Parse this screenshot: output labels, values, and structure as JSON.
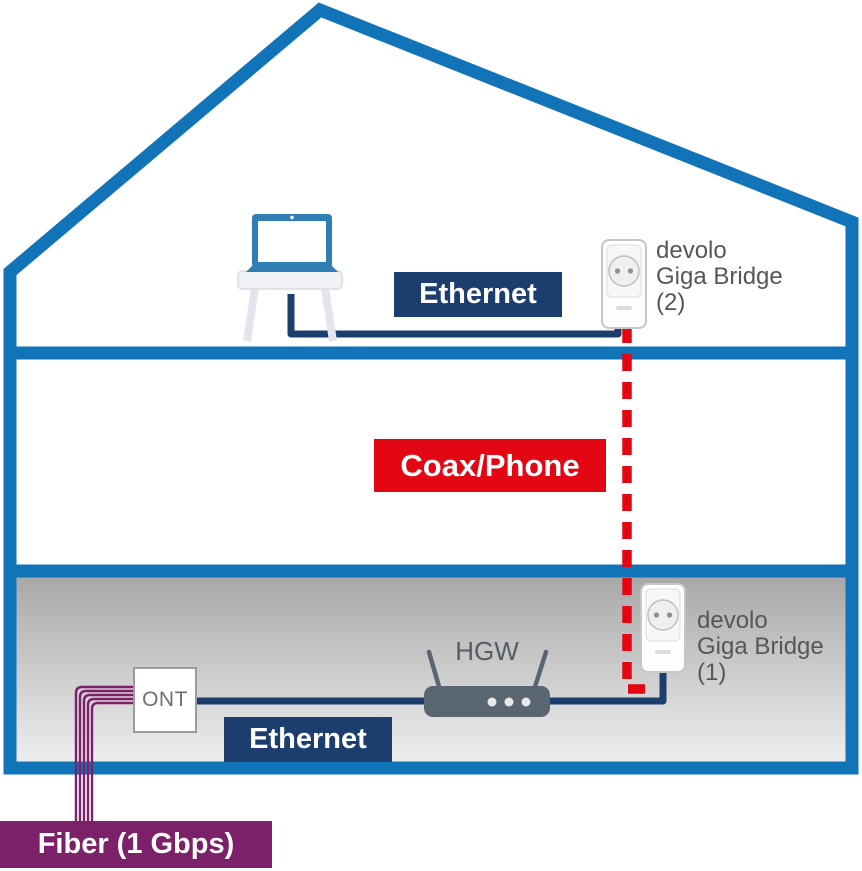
{
  "diagram": {
    "labels": {
      "ethernet_upper": "Ethernet",
      "ethernet_lower": "Ethernet",
      "coax_phone": "Coax/Phone",
      "fiber": "Fiber (1 Gbps)",
      "ont": "ONT",
      "hgw": "HGW"
    },
    "devices": {
      "bridge2": {
        "lines": [
          "devolo",
          "Giga Bridge",
          "(2)"
        ]
      },
      "bridge1": {
        "lines": [
          "devolo",
          "Giga Bridge",
          "(1)"
        ]
      }
    },
    "colors": {
      "house_blue": "#1173B8",
      "cable_navy": "#1B3E6F",
      "coax_red": "#E30613",
      "fiber_purple": "#7C2069",
      "text_gray": "#575756",
      "router_gray": "#5A6572"
    }
  }
}
